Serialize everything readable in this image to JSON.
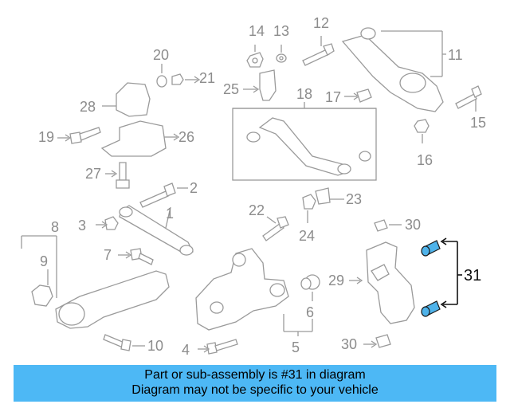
{
  "callouts": {
    "n1": "1",
    "n2": "2",
    "n3": "3",
    "n4": "4",
    "n5": "5",
    "n6": "6",
    "n7": "7",
    "n8": "8",
    "n9": "9",
    "n10": "10",
    "n11": "11",
    "n12": "12",
    "n13": "13",
    "n14": "14",
    "n15": "15",
    "n16": "16",
    "n17": "17",
    "n18": "18",
    "n19": "19",
    "n20": "20",
    "n21": "21",
    "n22": "22",
    "n23": "23",
    "n24": "24",
    "n25": "25",
    "n26": "26",
    "n27": "27",
    "n28": "28",
    "n29": "29",
    "n30a": "30",
    "n30b": "30",
    "n31": "31"
  },
  "highlight_color": "#4fb3ea",
  "banner": {
    "line1": "Part or sub-assembly is #31 in diagram",
    "line2": "Diagram may not be specific to your vehicle",
    "color": "#4db8f5"
  }
}
